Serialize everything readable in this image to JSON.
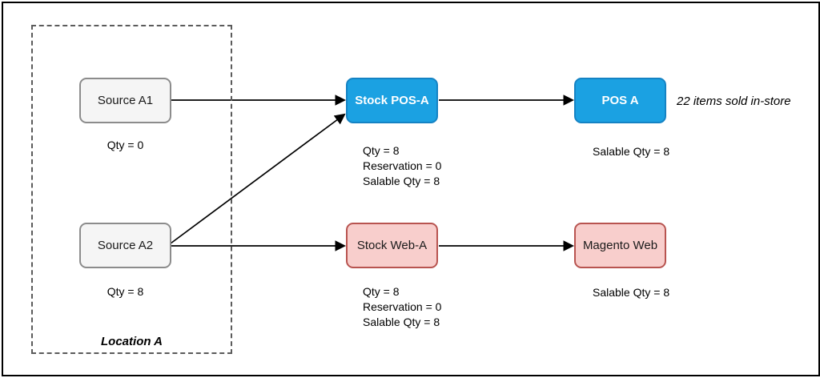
{
  "diagram": {
    "location_group": {
      "label": "Location A"
    },
    "nodes": {
      "source_a1": {
        "label": "Source A1",
        "caption": "Qty = 0"
      },
      "source_a2": {
        "label": "Source A2",
        "caption": "Qty = 8"
      },
      "stock_pos_a": {
        "label": "Stock POS-A",
        "stats": [
          "Qty = 8",
          "Reservation = 0",
          "Salable Qty = 8"
        ]
      },
      "stock_web_a": {
        "label": "Stock Web-A",
        "stats": [
          "Qty = 8",
          "Reservation = 0",
          "Salable Qty = 8"
        ]
      },
      "pos_a": {
        "label": "POS A",
        "caption": "Salable Qty = 8"
      },
      "magento_web": {
        "label": "Magento Web",
        "caption": "Salable Qty = 8"
      }
    },
    "annotation": "22 items sold in-store",
    "edges": [
      {
        "from": "Source A1",
        "to": "Stock POS-A"
      },
      {
        "from": "Source A2",
        "to": "Stock POS-A"
      },
      {
        "from": "Source A2",
        "to": "Stock Web-A"
      },
      {
        "from": "Stock POS-A",
        "to": "POS A"
      },
      {
        "from": "Stock Web-A",
        "to": "Magento Web"
      }
    ],
    "colors": {
      "blue_fill": "#1ba1e2",
      "blue_stroke": "#1583c4",
      "pink_fill": "#f8cecc",
      "pink_stroke": "#b85450",
      "gray_fill": "#f5f5f5",
      "gray_stroke": "#8c8c8c",
      "edge": "#000000"
    }
  }
}
